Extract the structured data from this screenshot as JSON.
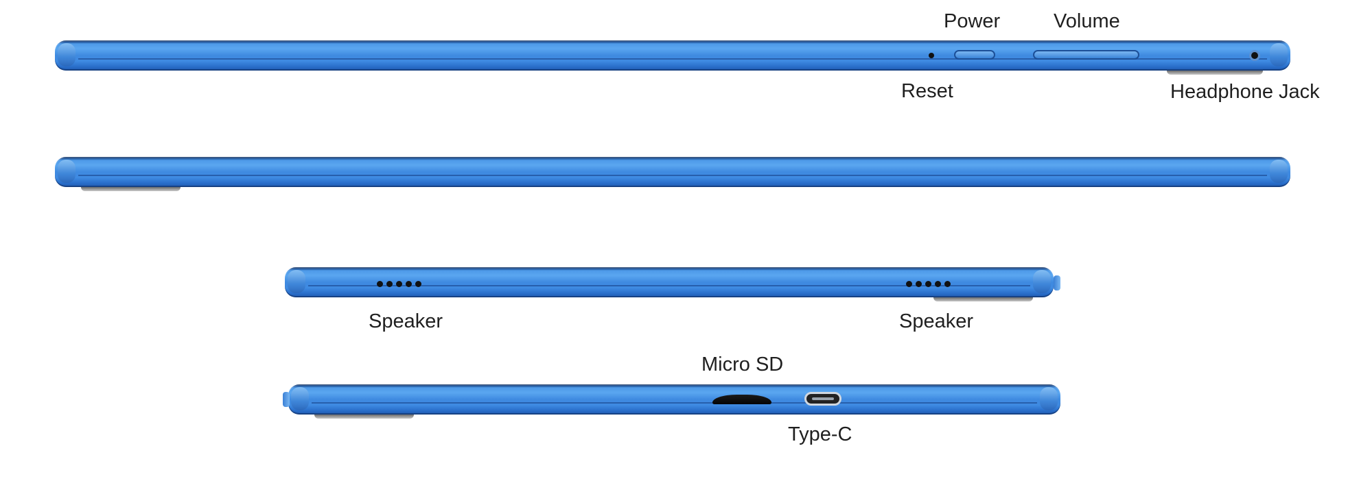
{
  "labels": {
    "power": "Power",
    "volume": "Volume",
    "reset": "Reset",
    "headphone_jack": "Headphone Jack",
    "speaker_left": "Speaker",
    "speaker_right": "Speaker",
    "micro_sd": "Micro SD",
    "type_c": "Type-C"
  },
  "colors": {
    "body_blue": "#4a96e8",
    "label_text": "#1f1f1f",
    "port_black": "#111111"
  },
  "icons": {
    "reset": "reset-hole-icon",
    "power": "power-button-icon",
    "volume": "volume-rocker-icon",
    "headphone": "headphone-jack-icon",
    "speaker": "speaker-grille-icon",
    "micro_sd": "micro-sd-slot-icon",
    "type_c": "usb-type-c-port-icon"
  }
}
